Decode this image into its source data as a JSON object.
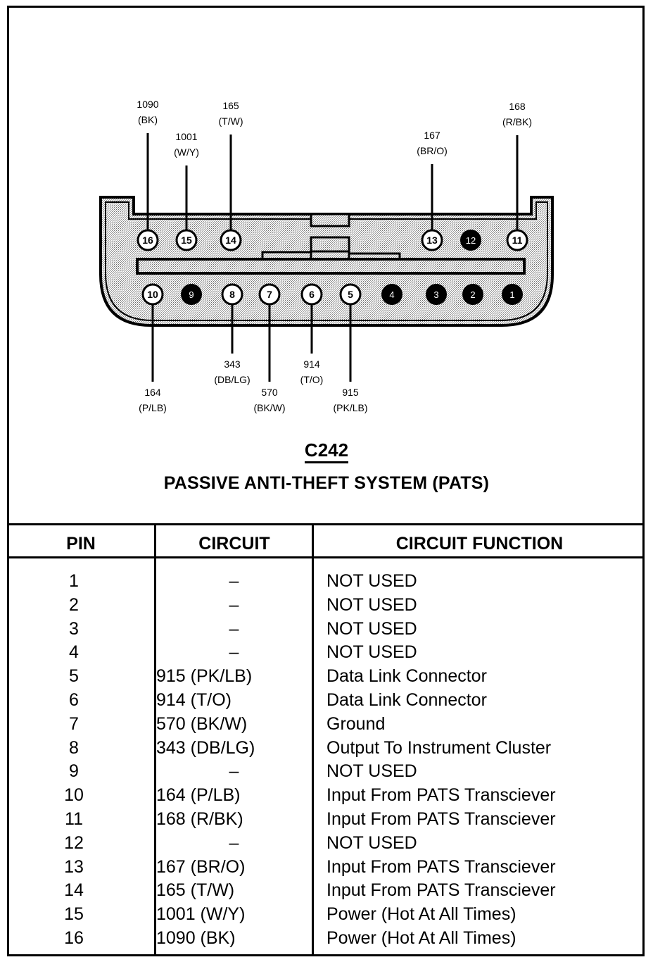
{
  "connector": {
    "id": "C242",
    "name": "PASSIVE ANTI-THEFT SYSTEM (PATS)",
    "colors": {
      "ink": "#000000",
      "paper": "#ffffff",
      "housing_fill": "#d9d9d9",
      "unused_pin": "#000000"
    }
  },
  "diagram": {
    "pins_top_row": [
      {
        "pin": "16",
        "used": true,
        "circuit": "1090",
        "color": "(BK)",
        "label_side": "top"
      },
      {
        "pin": "15",
        "used": true,
        "circuit": "1001",
        "color": "(W/Y)",
        "label_side": "top"
      },
      {
        "pin": "14",
        "used": true,
        "circuit": "165",
        "color": "(T/W)",
        "label_side": "top"
      },
      {
        "pin": "13",
        "used": true,
        "circuit": "167",
        "color": "(BR/O)",
        "label_side": "top"
      },
      {
        "pin": "12",
        "used": false,
        "circuit": "",
        "color": "",
        "label_side": "none"
      },
      {
        "pin": "11",
        "used": true,
        "circuit": "168",
        "color": "(R/BK)",
        "label_side": "top"
      }
    ],
    "pins_bottom_row": [
      {
        "pin": "10",
        "used": true,
        "circuit": "164",
        "color": "(P/LB)",
        "label_side": "bottom"
      },
      {
        "pin": "9",
        "used": false,
        "circuit": "",
        "color": "",
        "label_side": "none"
      },
      {
        "pin": "8",
        "used": true,
        "circuit": "343",
        "color": "(DB/LG)",
        "label_side": "bottom"
      },
      {
        "pin": "7",
        "used": true,
        "circuit": "570",
        "color": "(BK/W)",
        "label_side": "bottom"
      },
      {
        "pin": "6",
        "used": true,
        "circuit": "914",
        "color": "(T/O)",
        "label_side": "bottom"
      },
      {
        "pin": "5",
        "used": true,
        "circuit": "915",
        "color": "(PK/LB)",
        "label_side": "bottom"
      },
      {
        "pin": "4",
        "used": false,
        "circuit": "",
        "color": "",
        "label_side": "none"
      },
      {
        "pin": "3",
        "used": false,
        "circuit": "",
        "color": "",
        "label_side": "none"
      },
      {
        "pin": "2",
        "used": false,
        "circuit": "",
        "color": "",
        "label_side": "none"
      },
      {
        "pin": "1",
        "used": false,
        "circuit": "",
        "color": "",
        "label_side": "none"
      }
    ]
  },
  "table": {
    "headers": {
      "pin": "PIN",
      "circuit": "CIRCUIT",
      "function": "CIRCUIT FUNCTION"
    },
    "rows": [
      {
        "pin": "1",
        "circuit": "–",
        "function": "NOT USED"
      },
      {
        "pin": "2",
        "circuit": "–",
        "function": "NOT USED"
      },
      {
        "pin": "3",
        "circuit": "–",
        "function": "NOT USED"
      },
      {
        "pin": "4",
        "circuit": "–",
        "function": "NOT USED"
      },
      {
        "pin": "5",
        "circuit": "915 (PK/LB)",
        "function": "Data Link Connector"
      },
      {
        "pin": "6",
        "circuit": "914 (T/O)",
        "function": "Data Link Connector"
      },
      {
        "pin": "7",
        "circuit": "570 (BK/W)",
        "function": "Ground"
      },
      {
        "pin": "8",
        "circuit": "343 (DB/LG)",
        "function": "Output To Instrument Cluster"
      },
      {
        "pin": "9",
        "circuit": "–",
        "function": "NOT USED"
      },
      {
        "pin": "10",
        "circuit": "164 (P/LB)",
        "function": "Input From PATS Transciever"
      },
      {
        "pin": "11",
        "circuit": "168 (R/BK)",
        "function": "Input From PATS Transciever"
      },
      {
        "pin": "12",
        "circuit": "–",
        "function": "NOT USED"
      },
      {
        "pin": "13",
        "circuit": "167 (BR/O)",
        "function": "Input From PATS Transciever"
      },
      {
        "pin": "14",
        "circuit": "165 (T/W)",
        "function": "Input From PATS Transciever"
      },
      {
        "pin": "15",
        "circuit": "1001 (W/Y)",
        "function": "Power (Hot At All Times)"
      },
      {
        "pin": "16",
        "circuit": "1090 (BK)",
        "function": "Power (Hot At All Times)"
      }
    ]
  }
}
